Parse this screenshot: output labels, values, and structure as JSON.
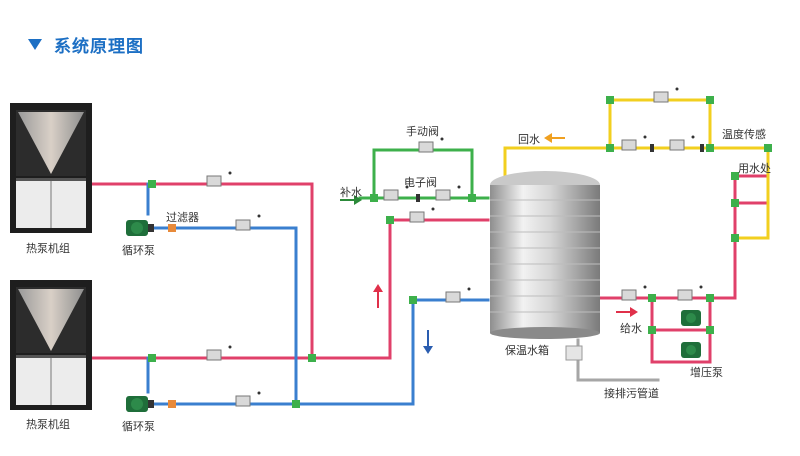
{
  "title": "系统原理图",
  "labels": {
    "heat_pump_1": "热泵机组",
    "heat_pump_2": "热泵机组",
    "pump_1": "循环泵",
    "pump_2": "循环泵",
    "filter": "过滤器",
    "manual_valve": "手动阀",
    "makeup_water": "补水",
    "solenoid_valve": "电子阀",
    "return_water": "回水",
    "temp_sensor": "温度传感",
    "usage_point": "用水处",
    "tank": "保温水箱",
    "supply_water": "给水",
    "booster_pump": "增压泵",
    "drain_pipe": "接排污管道"
  },
  "colors": {
    "accent": "#1c6fc4",
    "hot_pipe": "#e0406a",
    "cold_pipe": "#3a7fcf",
    "green_pipe": "#3db04b",
    "yellow_pipe": "#f2cf1f",
    "gray_pipe": "#a6a6a6",
    "arrow_red": "#e0304a",
    "arrow_blue": "#2a5db0",
    "arrow_orange": "#f0a020",
    "arrow_green": "#2c8a3a"
  }
}
